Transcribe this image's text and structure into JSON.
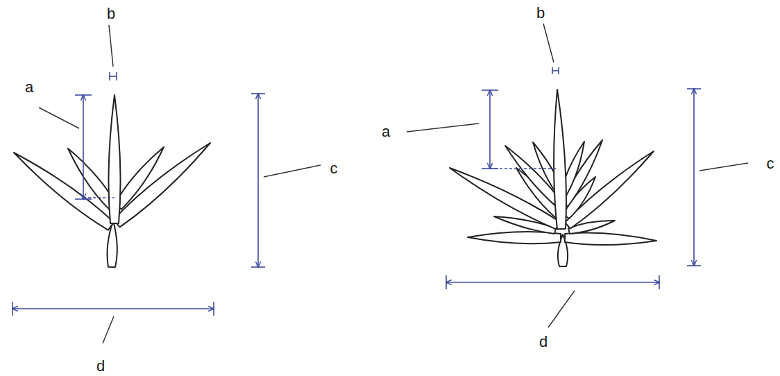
{
  "diagram": {
    "labels": [
      "b",
      "a",
      "c",
      "d",
      "b",
      "a",
      "c",
      "d"
    ]
  }
}
